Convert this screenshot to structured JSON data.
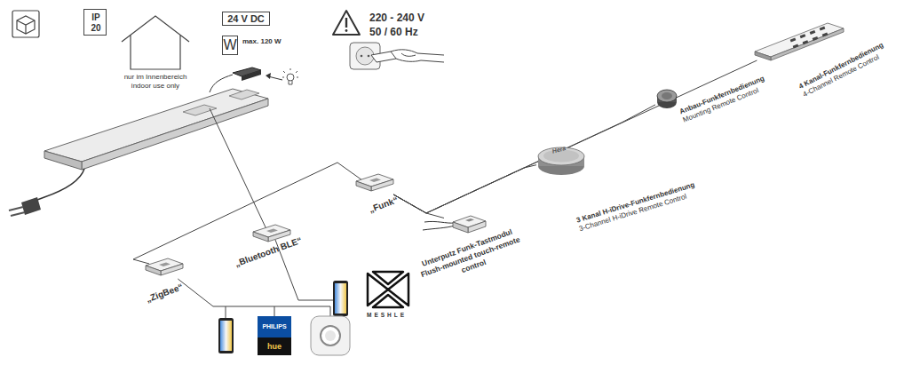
{
  "diagram": {
    "nodes": [
      {
        "text": [
          "IP 20"
        ]
      },
      {
        "text": [
          "24 V DC"
        ]
      },
      {
        "text": [
          "W",
          "max. 120 W"
        ]
      },
      {
        "text": [
          "„Funk“"
        ]
      },
      {
        "text": [
          "„Bluetooth BLE“"
        ]
      },
      {
        "text": [
          "„ZigBee“"
        ]
      },
      {
        "text": [
          "Unterputz Funk-Tastmodul",
          "Flush-mounted touch-remote control"
        ]
      },
      {
        "text": [
          "Hera",
          "3 Kanal H-iDrive-Funkfernbedienung",
          "3-Channel H-iDrive Remote Control"
        ]
      },
      {
        "text": [
          "Anbau-Funkfernbedienung",
          "Mounting Remote Control"
        ]
      },
      {
        "text": [
          "4 Kanal-Funkfernbedienung",
          "4-Channel Remote Control"
        ]
      },
      {
        "text": [
          "PHILIPS",
          "hue"
        ]
      }
    ],
    "edges": [
      {
        "from": 3,
        "to": 6,
        "arrow": "none"
      },
      {
        "from": 3,
        "to": 7,
        "arrow": "none"
      },
      {
        "from": 3,
        "to": 8,
        "arrow": "none"
      },
      {
        "from": 3,
        "to": 9,
        "arrow": "none"
      },
      {
        "from": 5,
        "to": 10,
        "arrow": "none"
      }
    ],
    "labels": [
      "nur im Innenbereich",
      "indoor use only",
      "220 - 240 V",
      "50 / 60 Hz",
      "MESHLE"
    ]
  }
}
